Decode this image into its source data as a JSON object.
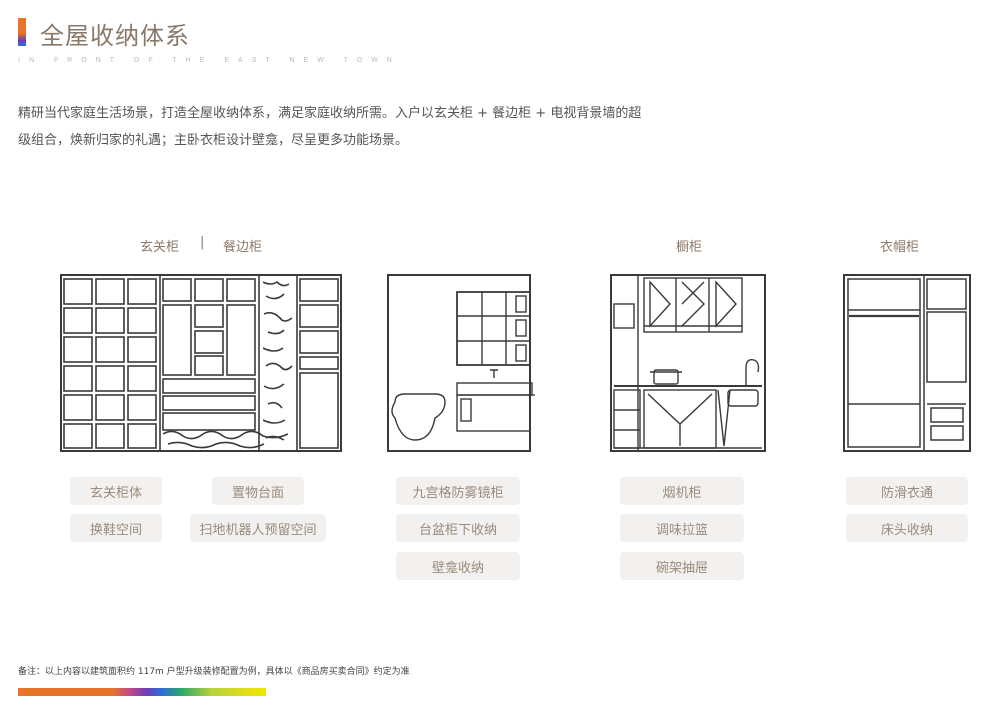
{
  "header": {
    "title": "全屋收纳体系",
    "subtitle": "IN FRONT OF THE EAST NEW TOWN"
  },
  "intro": {
    "line1": "精研当代家庭生活场景，打造全屋收纳体系，满足家庭收纳所需。入户以玄关柜 + 餐边柜 + 电视背景墙的超",
    "line2": "级组合，焕新归家的礼遇；主卧衣柜设计壁龛，尽呈更多功能场景。"
  },
  "categories": {
    "entry": "玄关柜",
    "separator": "|",
    "sideboard": "餐边柜",
    "cabinet": "橱柜",
    "wardrobe": "衣帽柜"
  },
  "tags": {
    "entry_cabinet": "玄关柜体",
    "shoe_space": "换鞋空间",
    "display_counter": "置物台面",
    "robot_space": "扫地机器人预留空间",
    "mirror_cabinet": "九宫格防雾镜柜",
    "basin_storage": "台盆柜下收纳",
    "niche_storage": "壁龛收纳",
    "hood_cabinet": "烟机柜",
    "spice_basket": "调味拉篮",
    "dish_drawer": "碗架抽屉",
    "anti_slip_rail": "防滑衣通",
    "bedside_storage": "床头收纳"
  },
  "footer": {
    "note": "备注：以上内容以建筑面积约 117m 户型升级装修配置为例，具体以《商品房买卖合同》约定为准"
  },
  "colors": {
    "accent_orange": "#e8732a",
    "tag_bg": "#f2f1ef",
    "title_brown": "#8a7868",
    "line_dark": "#3a3a3a"
  }
}
